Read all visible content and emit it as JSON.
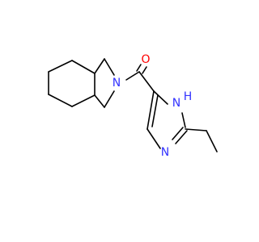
{
  "molecule": {
    "atoms": [
      {
        "id": "ring-n-label",
        "text": "N"
      },
      {
        "id": "carbonyl-o-label",
        "text": "O"
      },
      {
        "id": "imidazole-nh-label",
        "text": "N"
      },
      {
        "id": "imidazole-h-label",
        "text": "H"
      },
      {
        "id": "imidazole-n-label",
        "text": "N"
      }
    ]
  },
  "colors": {
    "bond": "#000000",
    "nitrogen": "#3333ff",
    "oxygen": "#ff0000"
  }
}
